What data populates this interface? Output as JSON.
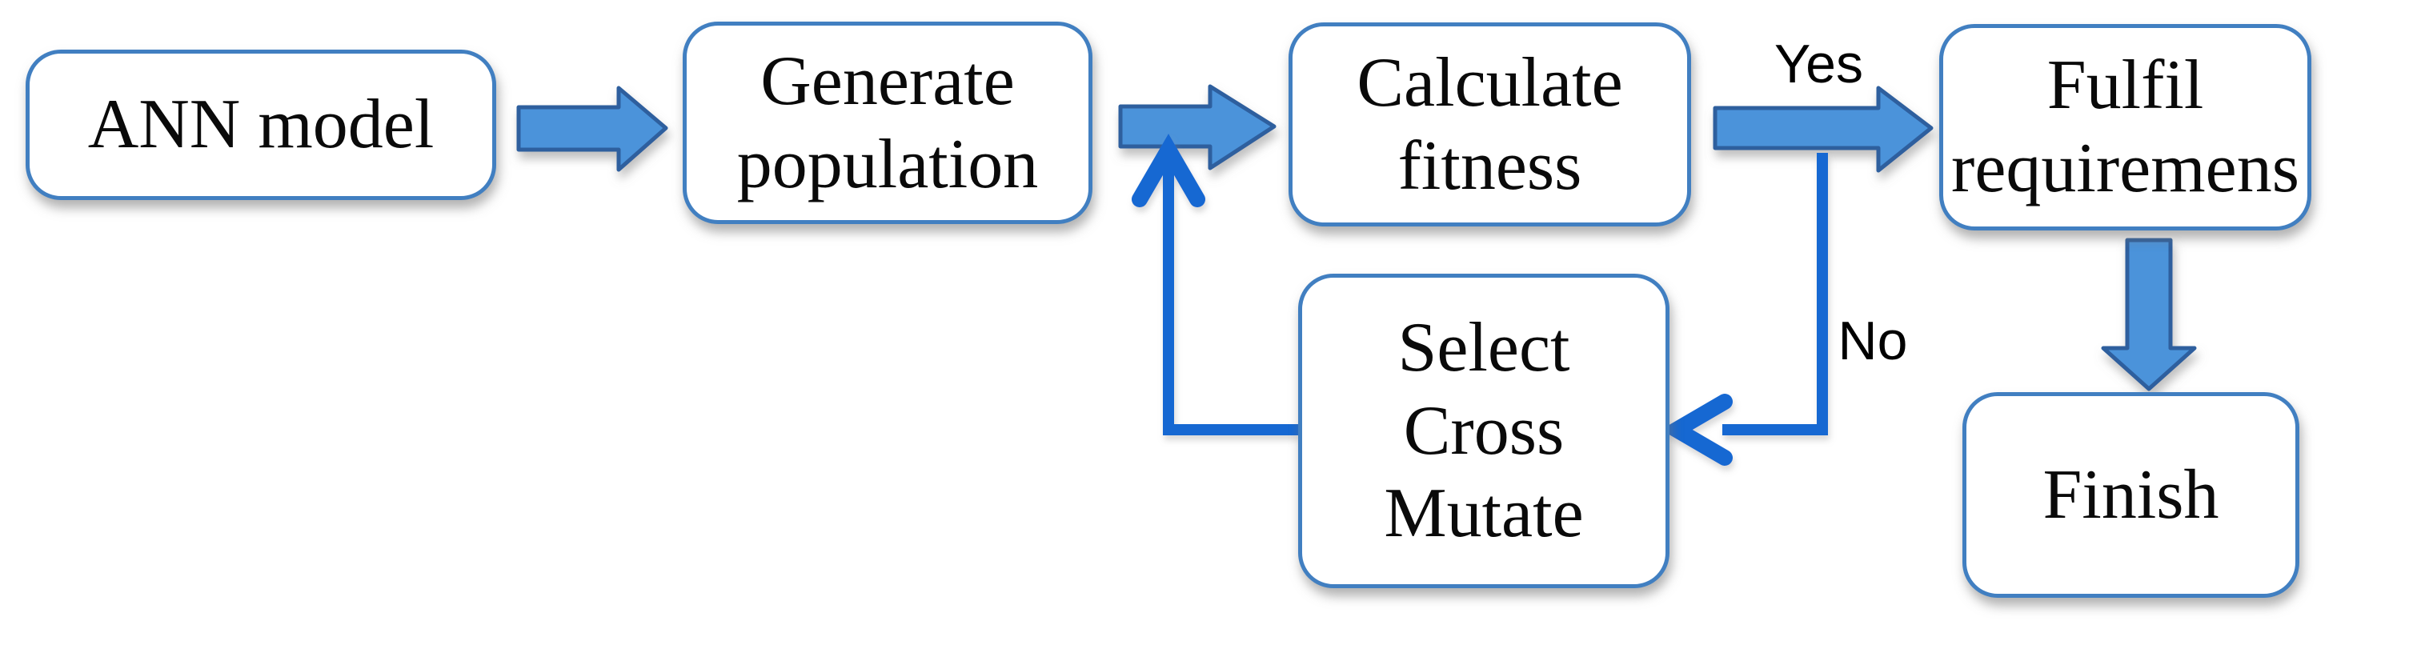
{
  "diagram": {
    "type": "flowchart",
    "nodes": [
      {
        "id": "ann-model",
        "label": "ANN model"
      },
      {
        "id": "generate-population",
        "label": "Generate\npopulation"
      },
      {
        "id": "calculate-fitness",
        "label": "Calculate\nfitness"
      },
      {
        "id": "fulfil-requiremens",
        "label": "Fulfil\nrequiremens"
      },
      {
        "id": "select-cross-mutate",
        "label": "Select\nCross\nMutate"
      },
      {
        "id": "finish",
        "label": "Finish"
      }
    ],
    "edges": [
      {
        "from": "ann-model",
        "to": "generate-population",
        "style": "block-arrow",
        "label": ""
      },
      {
        "from": "generate-population",
        "to": "calculate-fitness",
        "style": "block-arrow",
        "label": ""
      },
      {
        "from": "calculate-fitness",
        "to": "fulfil-requiremens",
        "style": "block-arrow",
        "label": "Yes"
      },
      {
        "from": "calculate-fitness",
        "to": "select-cross-mutate",
        "style": "thin-arrow",
        "label": "No"
      },
      {
        "from": "select-cross-mutate",
        "to": "generate-population",
        "style": "thin-arrow",
        "label": ""
      },
      {
        "from": "fulfil-requiremens",
        "to": "finish",
        "style": "block-arrow",
        "label": ""
      }
    ],
    "colors": {
      "background": "#ffffff",
      "arrow_fill": "#4b93da",
      "arrow_stroke": "#2d5f9e",
      "line": "#1767d2",
      "box_border": "#417fc1",
      "text": "#0a0a0a",
      "label_text": "#000000"
    }
  }
}
